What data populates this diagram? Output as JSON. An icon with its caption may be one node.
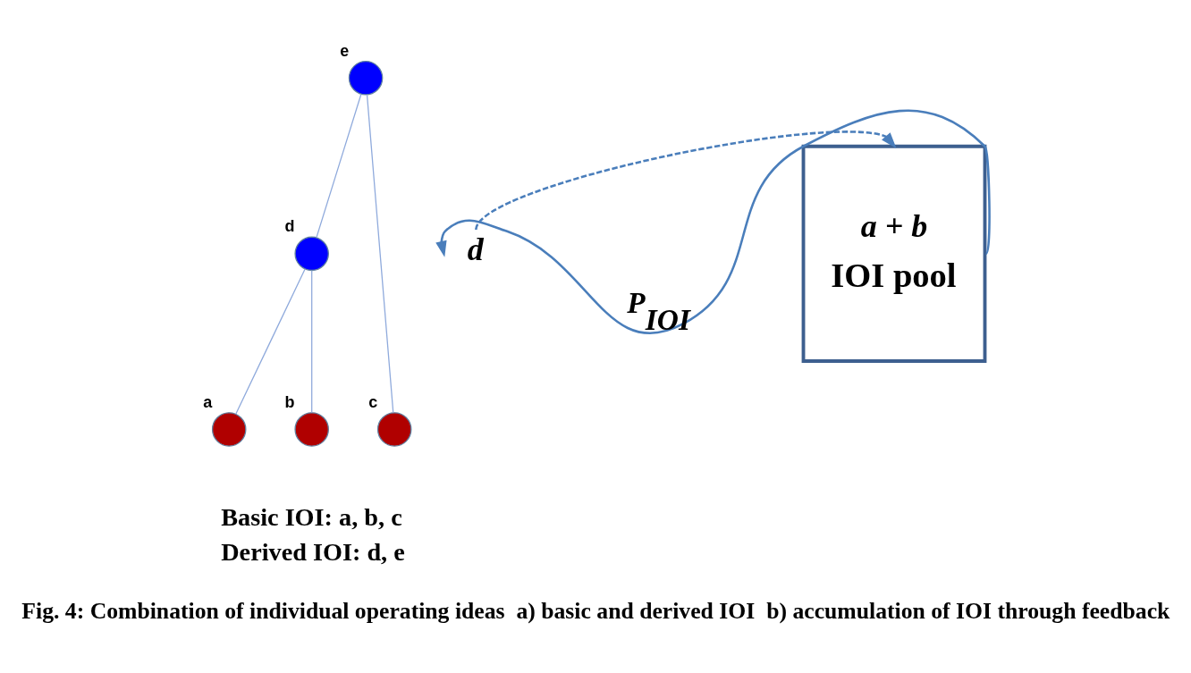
{
  "diagram": {
    "caption": "Fig. 4: Combination of individual operating ideas  a) basic and derived IOI  b) accumulation of IOI through feedback",
    "nodes": [
      {
        "text": [],
        "shape": "circle",
        "beside": [
          "e"
        ]
      },
      {
        "text": [],
        "shape": "circle",
        "beside": [
          "d"
        ]
      },
      {
        "text": [],
        "shape": "circle",
        "beside": [
          "a"
        ]
      },
      {
        "text": [],
        "shape": "circle",
        "beside": [
          "b"
        ]
      },
      {
        "text": [],
        "shape": "circle",
        "beside": [
          "c"
        ]
      },
      {
        "text": [
          "a + b",
          "IOI pool"
        ]
      },
      {
        "text": [
          "d"
        ]
      }
    ],
    "edges": [
      {
        "from": 0,
        "to": 1,
        "arrow": "none"
      },
      {
        "from": 0,
        "to": 4,
        "arrow": "none"
      },
      {
        "from": 1,
        "to": 2,
        "arrow": "none"
      },
      {
        "from": 1,
        "to": 3,
        "arrow": "none"
      },
      {
        "from": 5,
        "to": 6,
        "arrow": "to",
        "label": "P$_{IOI}$"
      },
      {
        "from": 6,
        "to": 5,
        "arrow": "to",
        "style": "dashed"
      }
    ],
    "labels": [
      "Basic IOI: a, b, c",
      "Derived IOI: d, e"
    ]
  }
}
